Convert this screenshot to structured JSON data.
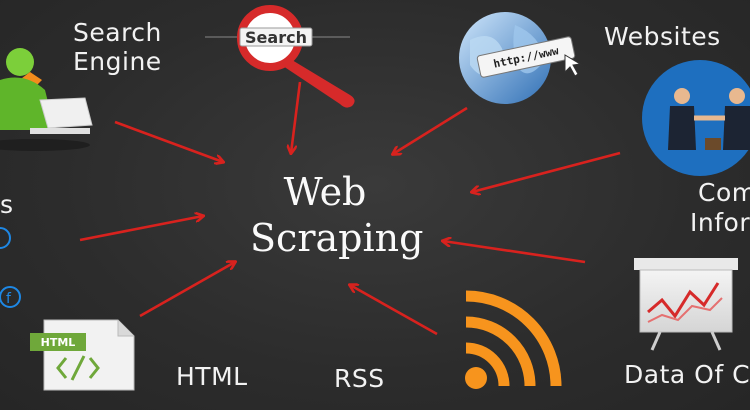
{
  "center": {
    "line1": "Web",
    "line2": "Scraping"
  },
  "nodes": {
    "search_engine": {
      "line1": "Search",
      "line2": "Engine"
    },
    "search_box": "Search",
    "websites": "Websites",
    "company_info": {
      "line1": "Comp",
      "line2": "Inform"
    },
    "data_of_c": "Data Of C",
    "rss": "RSS",
    "html_label": "HTML",
    "html_icon": "HTML",
    "left_cut": "s",
    "url_text": "http://www"
  },
  "colors": {
    "background": "#2e2e2e",
    "arrow": "#d8221e",
    "text": "#f2f2f2",
    "rss": "#f7941d",
    "magnifier_handle": "#d62a2a"
  }
}
